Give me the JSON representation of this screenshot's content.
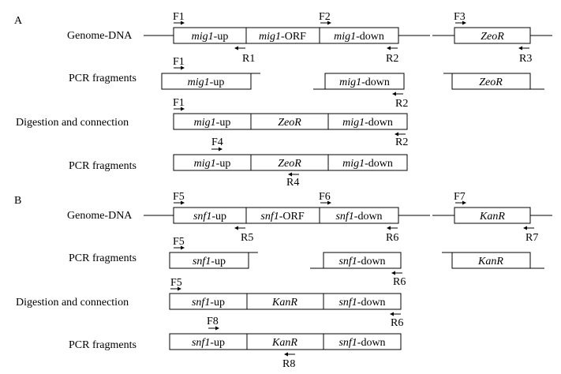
{
  "panels": [
    {
      "label": "A",
      "rows": [
        {
          "label": "Genome-DNA",
          "segments": [
            {
              "italic": "mig1",
              "suffix": "-up"
            },
            {
              "italic": "mig1",
              "suffix": "-ORF"
            },
            {
              "italic": "mig1",
              "suffix": "-down"
            }
          ],
          "marker": {
            "italic": "ZeoR",
            "suffix": ""
          },
          "primers": [
            "F1",
            "F2",
            "R1",
            "R2",
            "F3",
            "R3"
          ]
        },
        {
          "label": "PCR fragments",
          "segments": [
            {
              "italic": "mig1",
              "suffix": "-up"
            },
            {
              "italic": "mig1",
              "suffix": "-down"
            },
            {
              "italic": "ZeoR",
              "suffix": ""
            }
          ],
          "primers": [
            "F1",
            "R2"
          ]
        },
        {
          "label": "Digestion and connection",
          "segments": [
            {
              "italic": "mig1",
              "suffix": "-up"
            },
            {
              "italic": "ZeoR",
              "suffix": ""
            },
            {
              "italic": "mig1",
              "suffix": "-down"
            }
          ],
          "primers": [
            "F1",
            "R2"
          ]
        },
        {
          "label": "PCR fragments",
          "segments": [
            {
              "italic": "mig1",
              "suffix": "-up"
            },
            {
              "italic": "ZeoR",
              "suffix": ""
            },
            {
              "italic": "mig1",
              "suffix": "-down"
            }
          ],
          "primers": [
            "F4",
            "R4"
          ]
        }
      ]
    },
    {
      "label": "B",
      "rows": [
        {
          "label": "Genome-DNA",
          "segments": [
            {
              "italic": "snf1",
              "suffix": "-up"
            },
            {
              "italic": "snf1",
              "suffix": "-ORF"
            },
            {
              "italic": "snf1",
              "suffix": "-down"
            }
          ],
          "marker": {
            "italic": "KanR",
            "suffix": ""
          },
          "primers": [
            "F5",
            "F6",
            "R5",
            "R6",
            "F7",
            "R7"
          ]
        },
        {
          "label": "PCR fragments",
          "segments": [
            {
              "italic": "snf1",
              "suffix": "-up"
            },
            {
              "italic": "snf1",
              "suffix": "-down"
            },
            {
              "italic": "KanR",
              "suffix": ""
            }
          ],
          "primers": [
            "F5",
            "R6"
          ]
        },
        {
          "label": "Digestion and connection",
          "segments": [
            {
              "italic": "snf1",
              "suffix": "-up"
            },
            {
              "italic": "KanR",
              "suffix": ""
            },
            {
              "italic": "snf1",
              "suffix": "-down"
            }
          ],
          "primers": [
            "F5",
            "R6"
          ]
        },
        {
          "label": "PCR fragments",
          "segments": [
            {
              "italic": "snf1",
              "suffix": "-up"
            },
            {
              "italic": "KanR",
              "suffix": ""
            },
            {
              "italic": "snf1",
              "suffix": "-down"
            }
          ],
          "primers": [
            "F8",
            "R8"
          ]
        }
      ]
    }
  ]
}
